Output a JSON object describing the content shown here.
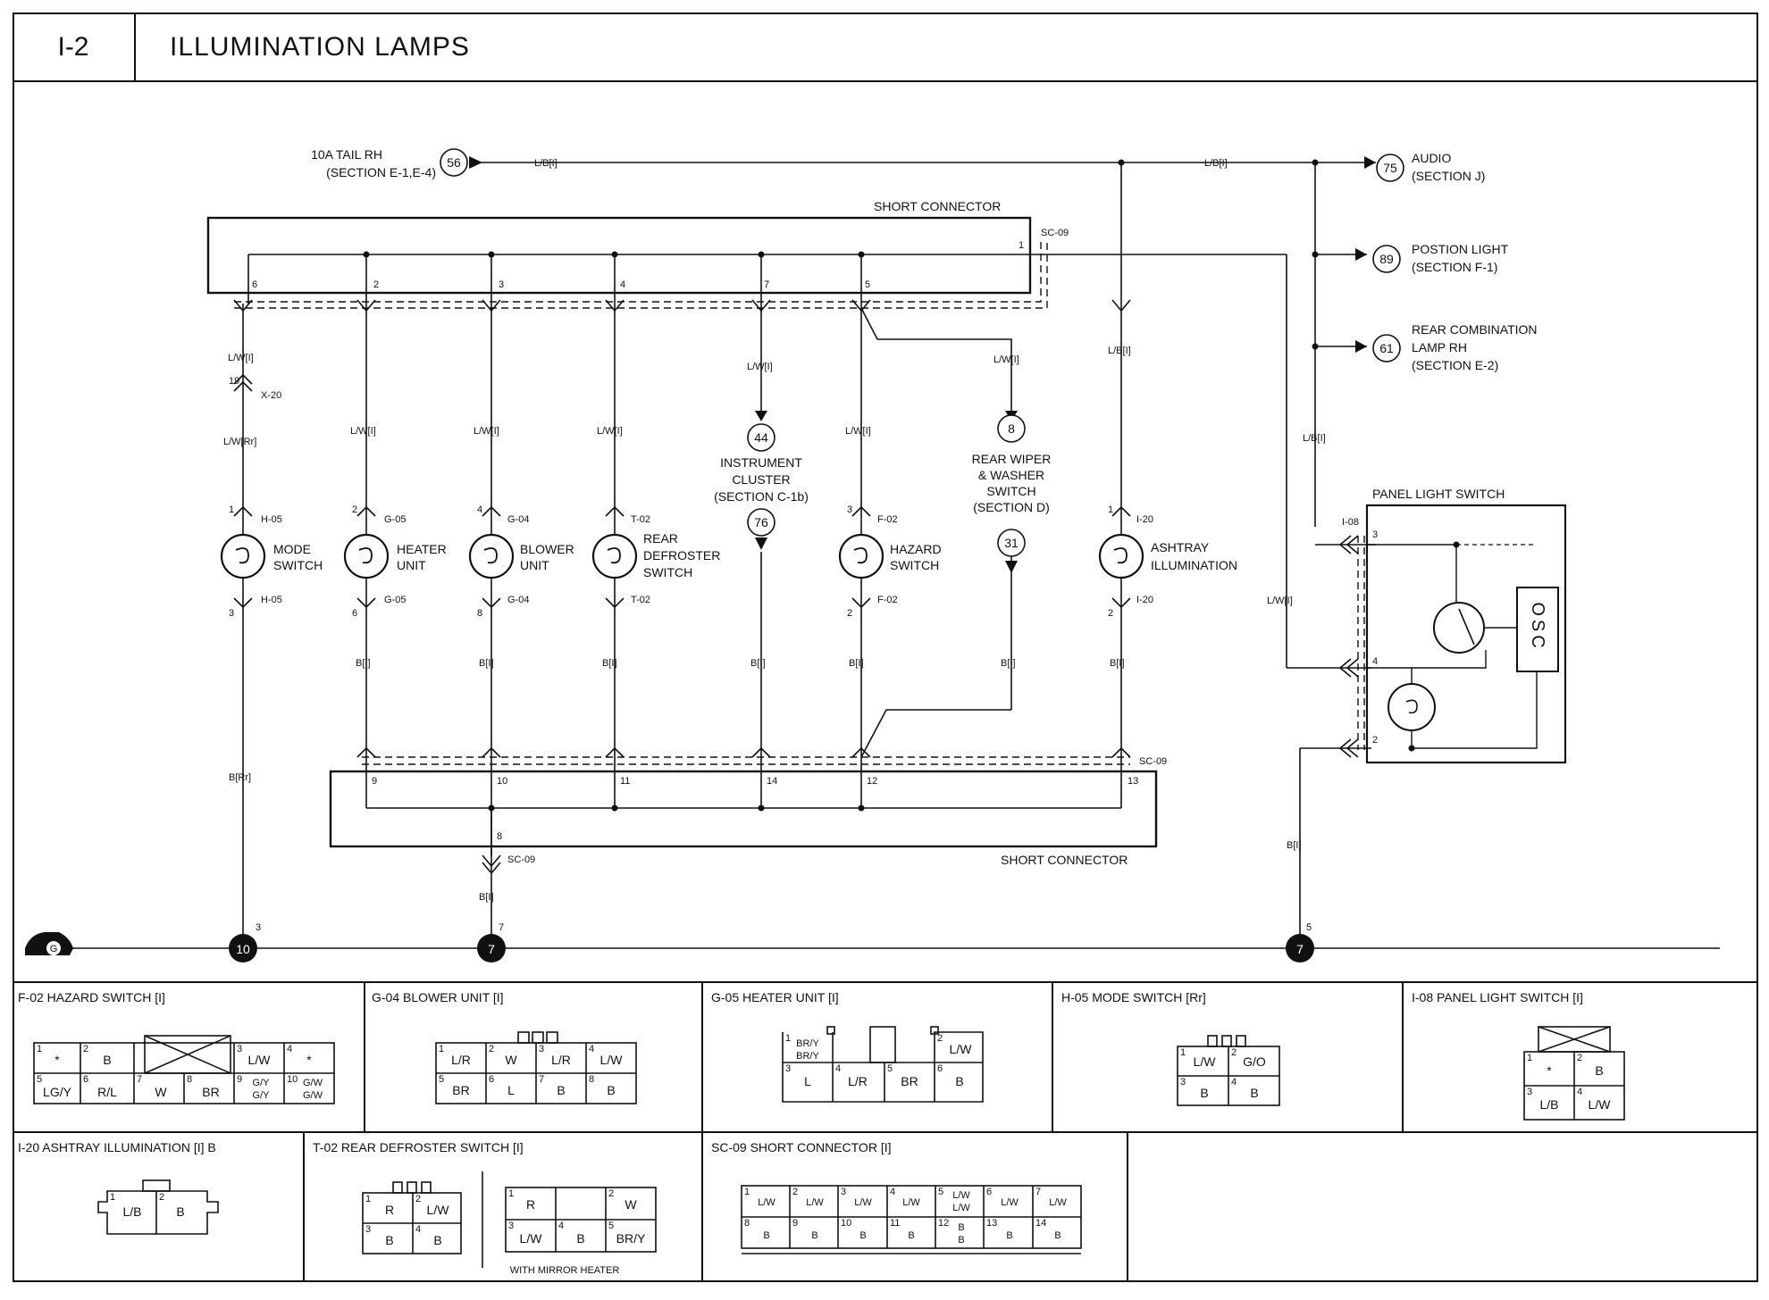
{
  "header": {
    "page_id": "I-2",
    "title": "ILLUMINATION LAMPS"
  },
  "sources": [
    {
      "num": "56",
      "label1": "10A TAIL RH",
      "label2": "(SECTION E-1,E-4)",
      "wire": "L/B[I]"
    },
    {
      "num": "75",
      "label1": "AUDIO",
      "label2": "(SECTION J)",
      "wire": "L/B[I]"
    },
    {
      "num": "89",
      "label1": "POSTION LIGHT",
      "label2": "(SECTION F-1)"
    },
    {
      "num": "61",
      "label1": "REAR COMBINATION",
      "label2": "LAMP RH",
      "label3": "(SECTION E-2)"
    }
  ],
  "short_connector_top": {
    "label": "SHORT CONNECTOR",
    "id": "SC-09",
    "pins": [
      "6",
      "2",
      "3",
      "4",
      "7",
      "5",
      "1"
    ]
  },
  "short_connector_bottom": {
    "label": "SHORT CONNECTOR",
    "id": "SC-09",
    "pins": [
      "9",
      "10",
      "11",
      "14",
      "12",
      "13",
      "8"
    ],
    "out_wire": "B[I]"
  },
  "lamps": [
    {
      "name1": "MODE",
      "name2": "SWITCH",
      "name3": "",
      "conn": "H-05",
      "pin_top": "1",
      "pin_bot": "3",
      "wire_top": "L/W[I]",
      "wire_mid": "L/W[Rr]",
      "wire_bot": "B[Rr]"
    },
    {
      "name1": "HEATER",
      "name2": "UNIT",
      "name3": "",
      "conn": "G-05",
      "pin_top": "2",
      "pin_bot": "6",
      "wire_top": "L/W[I]",
      "wire_bot": "B[I]"
    },
    {
      "name1": "BLOWER",
      "name2": "UNIT",
      "name3": "",
      "conn": "G-04",
      "pin_top": "4",
      "pin_bot": "8",
      "wire_top": "L/W[I]",
      "wire_bot": "B[I]"
    },
    {
      "name1": "REAR",
      "name2": "DEFROSTER",
      "name3": "SWITCH",
      "conn": "T-02",
      "pin_top": "",
      "pin_bot": "",
      "wire_top": "L/W[I]",
      "wire_bot": "B[I]"
    },
    {
      "name1": "HAZARD",
      "name2": "SWITCH",
      "name3": "",
      "conn": "F-02",
      "pin_top": "3",
      "pin_bot": "2",
      "wire_top": "L/W[I]",
      "wire_bot": "B[I]"
    },
    {
      "name1": "ASHTRAY",
      "name2": "ILLUMINATION",
      "name3": "",
      "conn": "I-20",
      "pin_top": "1",
      "pin_bot": "2",
      "wire_top": "L/B[I]",
      "wire_bot": "B[I]"
    }
  ],
  "x20": {
    "conn": "X-20",
    "pin": "19"
  },
  "instrument": {
    "num": "44",
    "num2": "76",
    "line1": "INSTRUMENT",
    "line2": "CLUSTER",
    "line3": "(SECTION C-1b)",
    "wire_top": "L/W[I]",
    "wire_bot": "B[I]"
  },
  "rear_wiper": {
    "num": "8",
    "num2": "31",
    "line1": "REAR WIPER",
    "line2": "& WASHER",
    "line3": "SWITCH",
    "line4": "(SECTION D)",
    "wire_top": "L/W[I]",
    "wire_bot": "B[I]"
  },
  "panel_switch": {
    "label": "PANEL LIGHT SWITCH",
    "conn": "I-08",
    "osc": "OSC",
    "pins": [
      "3",
      "4",
      "2"
    ],
    "wire_in": "L/B[I]",
    "wire_lw": "L/W[I]",
    "wire_gnd": "B[I]"
  },
  "grounds": [
    {
      "num": "10",
      "pin": "3"
    },
    {
      "num": "7",
      "pin": "7"
    },
    {
      "num": "7",
      "pin": "5"
    }
  ],
  "ground_symbol_label": "G",
  "connector_views": [
    {
      "title": "F-02 HAZARD SWITCH [I]",
      "cells": [
        {
          "pin": "1",
          "text": "*"
        },
        {
          "pin": "2",
          "text": "B"
        },
        {
          "pin": "3",
          "text": "L/W"
        },
        {
          "pin": "4",
          "text": "*"
        },
        {
          "pin": "5",
          "text": "LG/Y"
        },
        {
          "pin": "6",
          "text": "R/L"
        },
        {
          "pin": "7",
          "text": "W"
        },
        {
          "pin": "8",
          "text": "BR"
        },
        {
          "pin": "9",
          "text": "G/Y",
          "text2": "G/Y"
        },
        {
          "pin": "10",
          "text": "G/W",
          "text2": "G/W"
        }
      ]
    },
    {
      "title": "G-04 BLOWER UNIT [I]",
      "cells": [
        {
          "pin": "1",
          "text": "L/R"
        },
        {
          "pin": "2",
          "text": "W"
        },
        {
          "pin": "3",
          "text": "L/R"
        },
        {
          "pin": "4",
          "text": "L/W"
        },
        {
          "pin": "5",
          "text": "BR"
        },
        {
          "pin": "6",
          "text": "L"
        },
        {
          "pin": "7",
          "text": "B"
        },
        {
          "pin": "8",
          "text": "B"
        }
      ]
    },
    {
      "title": "G-05 HEATER UNIT [I]",
      "cells": [
        {
          "pin": "1",
          "text": "BR/Y",
          "text2": "BR/Y"
        },
        {
          "pin": "2",
          "text": "L/W"
        },
        {
          "pin": "3",
          "text": "L"
        },
        {
          "pin": "4",
          "text": "L/R"
        },
        {
          "pin": "5",
          "text": "BR"
        },
        {
          "pin": "6",
          "text": "B"
        }
      ]
    },
    {
      "title": "H-05 MODE SWITCH [Rr]",
      "cells": [
        {
          "pin": "1",
          "text": "L/W"
        },
        {
          "pin": "2",
          "text": "G/O"
        },
        {
          "pin": "3",
          "text": "B"
        },
        {
          "pin": "4",
          "text": "B"
        }
      ]
    },
    {
      "title": "I-08 PANEL LIGHT SWITCH [I]",
      "cells": [
        {
          "pin": "1",
          "text": "*"
        },
        {
          "pin": "2",
          "text": "B"
        },
        {
          "pin": "3",
          "text": "L/B"
        },
        {
          "pin": "4",
          "text": "L/W"
        }
      ]
    },
    {
      "title": "I-20 ASHTRAY ILLUMINATION [I] B",
      "cells": [
        {
          "pin": "1",
          "text": "L/B"
        },
        {
          "pin": "2",
          "text": "B"
        }
      ]
    },
    {
      "title": "T-02 REAR DEFROSTER SWITCH [I]",
      "note": "WITH MIRROR HEATER",
      "cells": [
        {
          "pin": "1",
          "text": "R"
        },
        {
          "pin": "2",
          "text": "L/W"
        },
        {
          "pin": "3",
          "text": "B"
        },
        {
          "pin": "4",
          "text": "B"
        },
        {
          "pin": "1",
          "text": "R"
        },
        {
          "pin": "2",
          "text": "W"
        },
        {
          "pin": "3",
          "text": "L/W"
        },
        {
          "pin": "4",
          "text": "B"
        },
        {
          "pin": "5",
          "text": "BR/Y"
        }
      ]
    },
    {
      "title": "SC-09 SHORT CONNECTOR [I]",
      "cells": [
        {
          "pin": "1",
          "text": "L/W"
        },
        {
          "pin": "2",
          "text": "L/W"
        },
        {
          "pin": "3",
          "text": "L/W"
        },
        {
          "pin": "4",
          "text": "L/W"
        },
        {
          "pin": "5",
          "text": "L/W",
          "text2": "L/W"
        },
        {
          "pin": "6",
          "text": "L/W"
        },
        {
          "pin": "7",
          "text": "L/W"
        },
        {
          "pin": "8",
          "text": "B"
        },
        {
          "pin": "9",
          "text": "B"
        },
        {
          "pin": "10",
          "text": "B"
        },
        {
          "pin": "11",
          "text": "B"
        },
        {
          "pin": "12",
          "text": "B",
          "text2": "B"
        },
        {
          "pin": "13",
          "text": "B"
        },
        {
          "pin": "14",
          "text": "B"
        }
      ]
    }
  ]
}
